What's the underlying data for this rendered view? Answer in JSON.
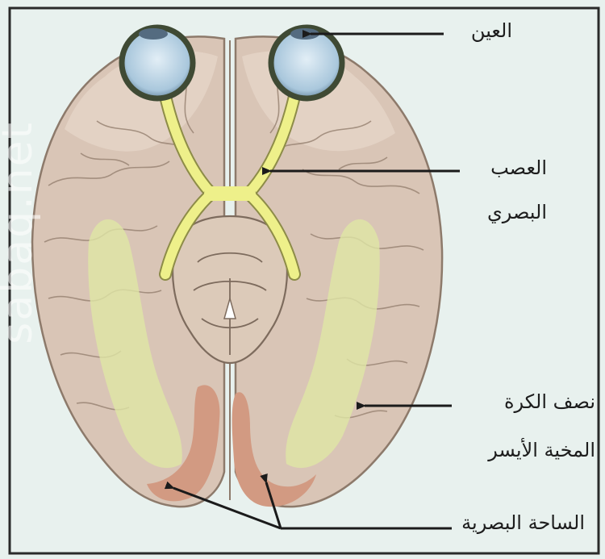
{
  "labels": {
    "eye": "العين",
    "optic_nerve_line1": "العصب",
    "optic_nerve_line2": "البصري",
    "left_hemisphere_line1": "نصف الكرة",
    "left_hemisphere_line2": "المخية الأيسر",
    "visual_area": "الساحة البصرية"
  },
  "watermark": "sabaq.net",
  "colors": {
    "background": "#e8f1ee",
    "brain": "#d8c4b4",
    "brain_outline": "#8d7a6b",
    "optic_nerve": "#eef08a",
    "visual_cortex": "#d39a82",
    "eye": "#b9d3e3",
    "arrow": "#1b1b1b"
  }
}
